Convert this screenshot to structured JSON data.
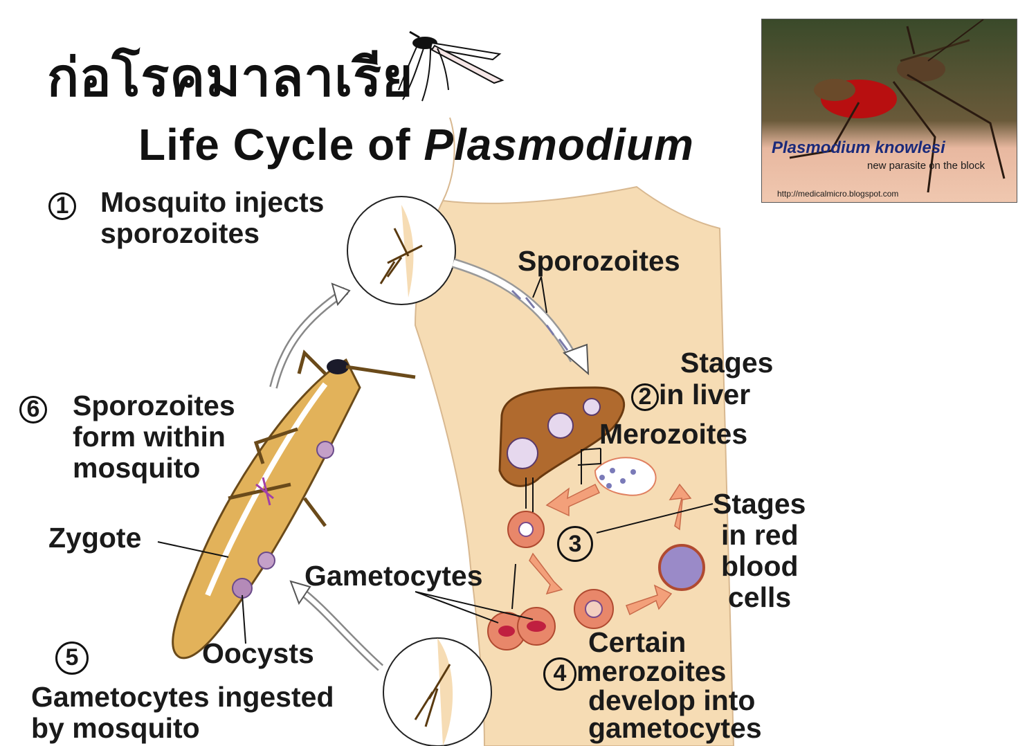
{
  "title_thai": "ก่อโรคมาลาเรีย",
  "diagram_title": {
    "prefix": "Life Cycle of ",
    "italic": "Plasmodium"
  },
  "photo": {
    "title": "Plasmodium knowlesi",
    "subtitle": "new parasite on the block",
    "url": "http://medicalmicro.blogspot.com"
  },
  "steps": {
    "s1": {
      "num": "1",
      "line1": "Mosquito injects",
      "line2": "sporozoites"
    },
    "s2": {
      "num": "2",
      "line1": "Stages",
      "line2": "in liver"
    },
    "s3": {
      "num": "3",
      "line1": "Stages",
      "line2": "in red",
      "line3": "blood",
      "line4": "cells"
    },
    "s4": {
      "num": "4",
      "line1": "Certain",
      "line2": "merozoites",
      "line3": "develop into",
      "line4": "gametocytes"
    },
    "s5": {
      "num": "5",
      "line1": "Gametocytes ingested",
      "line2": "by mosquito"
    },
    "s6": {
      "num": "6",
      "line1": "Sporozoites",
      "line2": "form within",
      "line3": "mosquito"
    }
  },
  "labels": {
    "sporozoites": "Sporozoites",
    "merozoites": "Merozoites",
    "zygote": "Zygote",
    "gametocytes": "Gametocytes",
    "oocysts": "Oocysts"
  },
  "colors": {
    "skin": "#f6dcb4",
    "liver": "#b06a2e",
    "mosquito_body": "#e2b25a",
    "rbc": "#e8876a",
    "arrow_fill": "#f3a07a"
  }
}
